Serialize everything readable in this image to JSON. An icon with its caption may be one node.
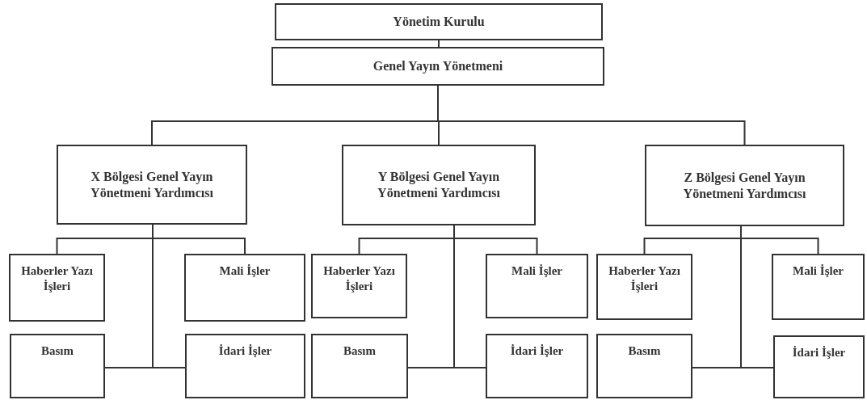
{
  "diagram": {
    "nodes": [
      {
        "text": [
          "Yönetim Kurulu"
        ]
      },
      {
        "text": [
          "Genel Yayın Yönetmeni"
        ]
      },
      {
        "text": [
          "X Bölgesi Genel Yayın Yönetmeni Yardımcısı"
        ]
      },
      {
        "text": [
          "Y Bölgesi Genel Yayın Yönetmeni Yardımcısı"
        ]
      },
      {
        "text": [
          "Z Bölgesi Genel Yayın Yönetmeni Yardımcısı"
        ]
      },
      {
        "text": [
          "Haberler Yazı İşleri"
        ]
      },
      {
        "text": [
          "Mali İşler"
        ]
      },
      {
        "text": [
          "Basım"
        ]
      },
      {
        "text": [
          "İdari İşler"
        ]
      },
      {
        "text": [
          "Haberler Yazı İşleri"
        ]
      },
      {
        "text": [
          "Mali İşler"
        ]
      },
      {
        "text": [
          "Basım"
        ]
      },
      {
        "text": [
          "İdari İşler"
        ]
      },
      {
        "text": [
          "Haberler Yazı İşleri"
        ]
      },
      {
        "text": [
          "Mali İşler"
        ]
      },
      {
        "text": [
          "Basım"
        ]
      },
      {
        "text": [
          "İdari İşler"
        ]
      }
    ],
    "edges": [
      {
        "from": 0,
        "to": 1,
        "arrow": "none"
      },
      {
        "from": 1,
        "to": 2,
        "arrow": "none"
      },
      {
        "from": 1,
        "to": 3,
        "arrow": "none"
      },
      {
        "from": 1,
        "to": 4,
        "arrow": "none"
      },
      {
        "from": 2,
        "to": 5,
        "arrow": "none"
      },
      {
        "from": 2,
        "to": 6,
        "arrow": "none"
      },
      {
        "from": 2,
        "to": 7,
        "arrow": "none"
      },
      {
        "from": 2,
        "to": 8,
        "arrow": "none"
      },
      {
        "from": 3,
        "to": 9,
        "arrow": "none"
      },
      {
        "from": 3,
        "to": 10,
        "arrow": "none"
      },
      {
        "from": 3,
        "to": 11,
        "arrow": "none"
      },
      {
        "from": 3,
        "to": 12,
        "arrow": "none"
      },
      {
        "from": 4,
        "to": 13,
        "arrow": "none"
      },
      {
        "from": 4,
        "to": 14,
        "arrow": "none"
      },
      {
        "from": 4,
        "to": 15,
        "arrow": "none"
      },
      {
        "from": 4,
        "to": 16,
        "arrow": "none"
      }
    ]
  }
}
